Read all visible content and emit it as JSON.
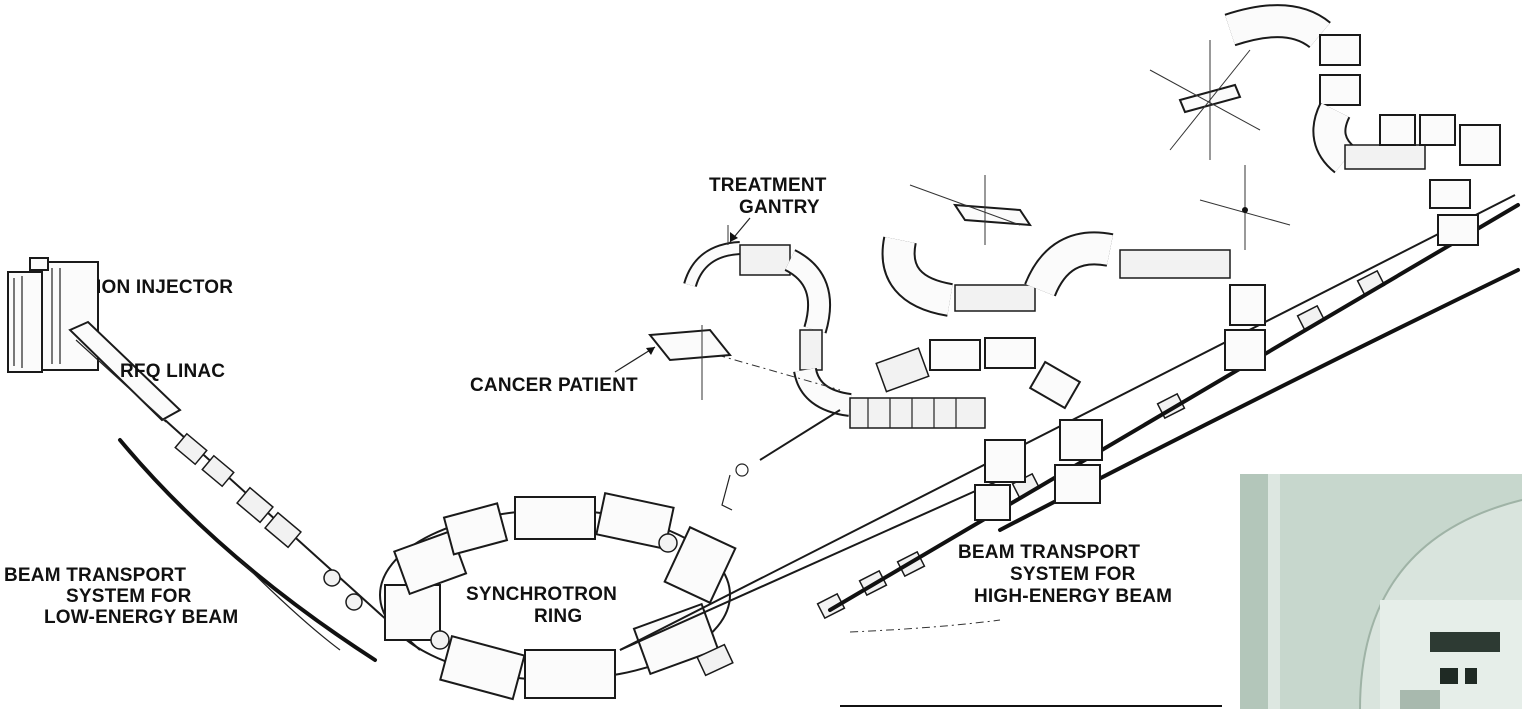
{
  "labels": {
    "ion_injector": "ION INJECTOR",
    "rfq_linac": "RFQ LINAC",
    "treatment_gantry_1": "TREATMENT",
    "treatment_gantry_2": "GANTRY",
    "cancer_patient": "CANCER PATIENT",
    "synchrotron_1": "SYNCHROTRON",
    "synchrotron_2": "RING",
    "low_energy_1": "BEAM TRANSPORT",
    "low_energy_2": "SYSTEM FOR",
    "low_energy_3": "LOW-ENERGY BEAM",
    "high_energy_1": "BEAM TRANSPORT",
    "high_energy_2": "SYSTEM FOR",
    "high_energy_3": "HIGH-ENERGY BEAM"
  },
  "colors": {
    "ink": "#1a1a1a",
    "paper": "#ffffff",
    "photo_wall": "#c9d9cf",
    "photo_shadow": "#8fa597"
  }
}
